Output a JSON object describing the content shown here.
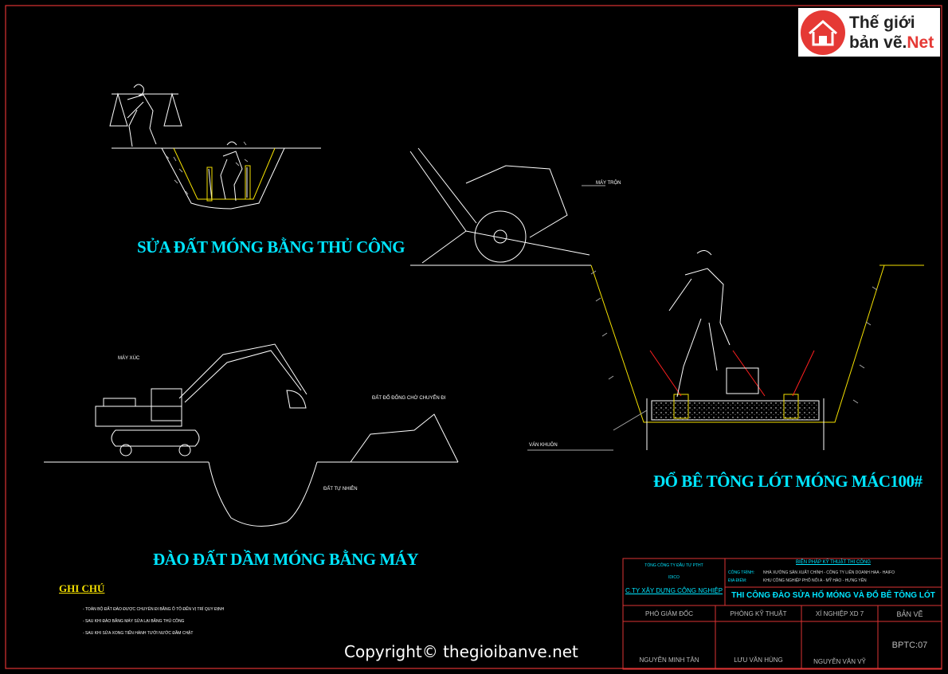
{
  "logo": {
    "line1": "Thế giới",
    "line2_a": "bản vẽ.",
    "line2_b": "Net",
    "brand_color": "#e53935"
  },
  "drawing": {
    "title_manual": "SỬA ĐẤT MÓNG BẰNG THỦ CÔNG",
    "title_machine": "ĐÀO ĐẤT DẦM MÓNG BẰNG MÁY",
    "title_concrete": "ĐỔ BÊ TÔNG LÓT MÓNG MÁC100#",
    "label_mixer": "MÁY TRỘN",
    "label_excavator": "MÁY XÚC",
    "label_soil_dump": "ĐẤT ĐỔ ĐỐNG CHỜ CHUYỂN ĐI",
    "label_natural_soil": "ĐẤT TỰ NHIÊN",
    "label_formwork": "VÁN KHUÔN"
  },
  "notes": {
    "heading": "GHI CHÚ",
    "items": [
      "- TOÀN BỘ ĐẤT ĐÀO ĐƯỢC CHUYỂN ĐI BẰNG Ô TÔ ĐẾN VỊ TRÍ QUY ĐỊNH",
      "- SAU KHI ĐÀO BẰNG MÁY SỬA LẠI BẰNG THỦ CÔNG",
      "- SAU KHI SỬA XONG TIẾN HÀNH TƯỚI NƯỚC ĐẦM CHẶT"
    ]
  },
  "title_block": {
    "company_line1": "TỔNG CÔNG TY ĐẦU TƯ PTHT",
    "company_line2": "IDICO",
    "company_line3": "C.TY XÂY DỰNG CÔNG NGHIỆP",
    "header": "BIỆN PHÁP KỸ THUẬT THI CÔNG",
    "project_label": "CÔNG TRÌNH:",
    "project_value": "NHÀ XƯỞNG SẢN XUẤT CHÍNH - CÔNG TY LIÊN DOANH HAA - HAIFO",
    "location_label": "ĐỊA ĐIỂM:",
    "location_value": "KHU CÔNG NGHIỆP PHỐ NỐI A - MỸ HÀO - HƯNG YÊN",
    "sheet_title": "THI CÔNG ĐÀO SỬA HỐ MÓNG VÀ ĐỔ BÊ TÔNG LÓT",
    "col1": "PHÓ GIÁM ĐỐC",
    "col2": "PHÒNG KỸ THUẬT",
    "col3": "XÍ NGHIỆP XD 7",
    "col4": "BẢN VẼ",
    "name1": "NGUYỄN MINH TÂN",
    "name2": "LƯU VĂN HÙNG",
    "name3": "NGUYỄN VĂN VỸ",
    "sheet_no": "BPTC:07"
  },
  "copyright": "Copyright© thegioibanve.net",
  "colors": {
    "line": "#ffffff",
    "accent": "#f5e100",
    "title": "#00e5ff",
    "frame": "#dd3333",
    "leader": "#ff2020"
  }
}
